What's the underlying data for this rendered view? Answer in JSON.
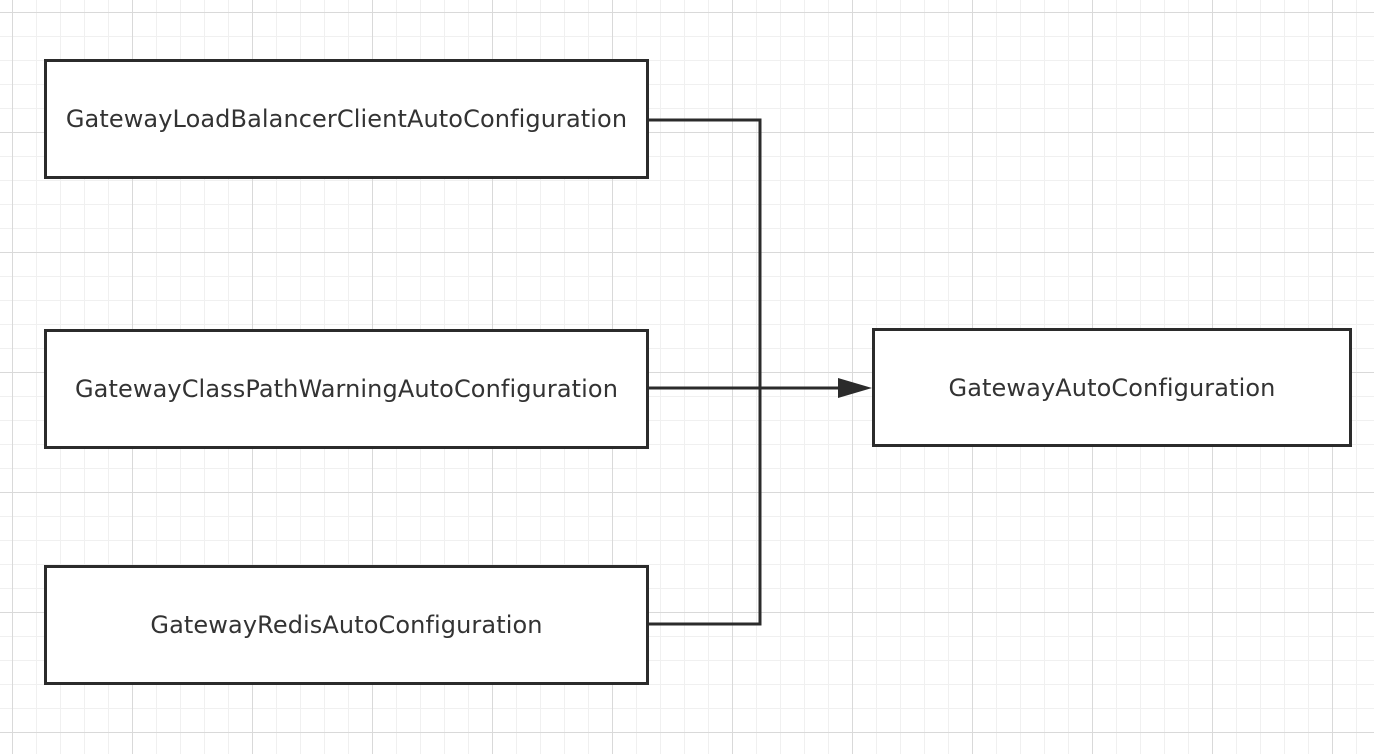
{
  "diagram": {
    "sources": [
      {
        "id": "lb",
        "label": "GatewayLoadBalancerClientAutoConfiguration"
      },
      {
        "id": "cp",
        "label": "GatewayClassPathWarningAutoConfiguration"
      },
      {
        "id": "redis",
        "label": "GatewayRedisAutoConfiguration"
      }
    ],
    "target": {
      "id": "target",
      "label": "GatewayAutoConfiguration"
    },
    "edges": [
      {
        "from": "lb",
        "to": "target"
      },
      {
        "from": "cp",
        "to": "target"
      },
      {
        "from": "redis",
        "to": "target"
      }
    ],
    "colors": {
      "stroke": "#2b2b2b",
      "text": "#333333",
      "grid_major": "#d9d9d9",
      "grid_minor": "#f0f0f0"
    }
  }
}
